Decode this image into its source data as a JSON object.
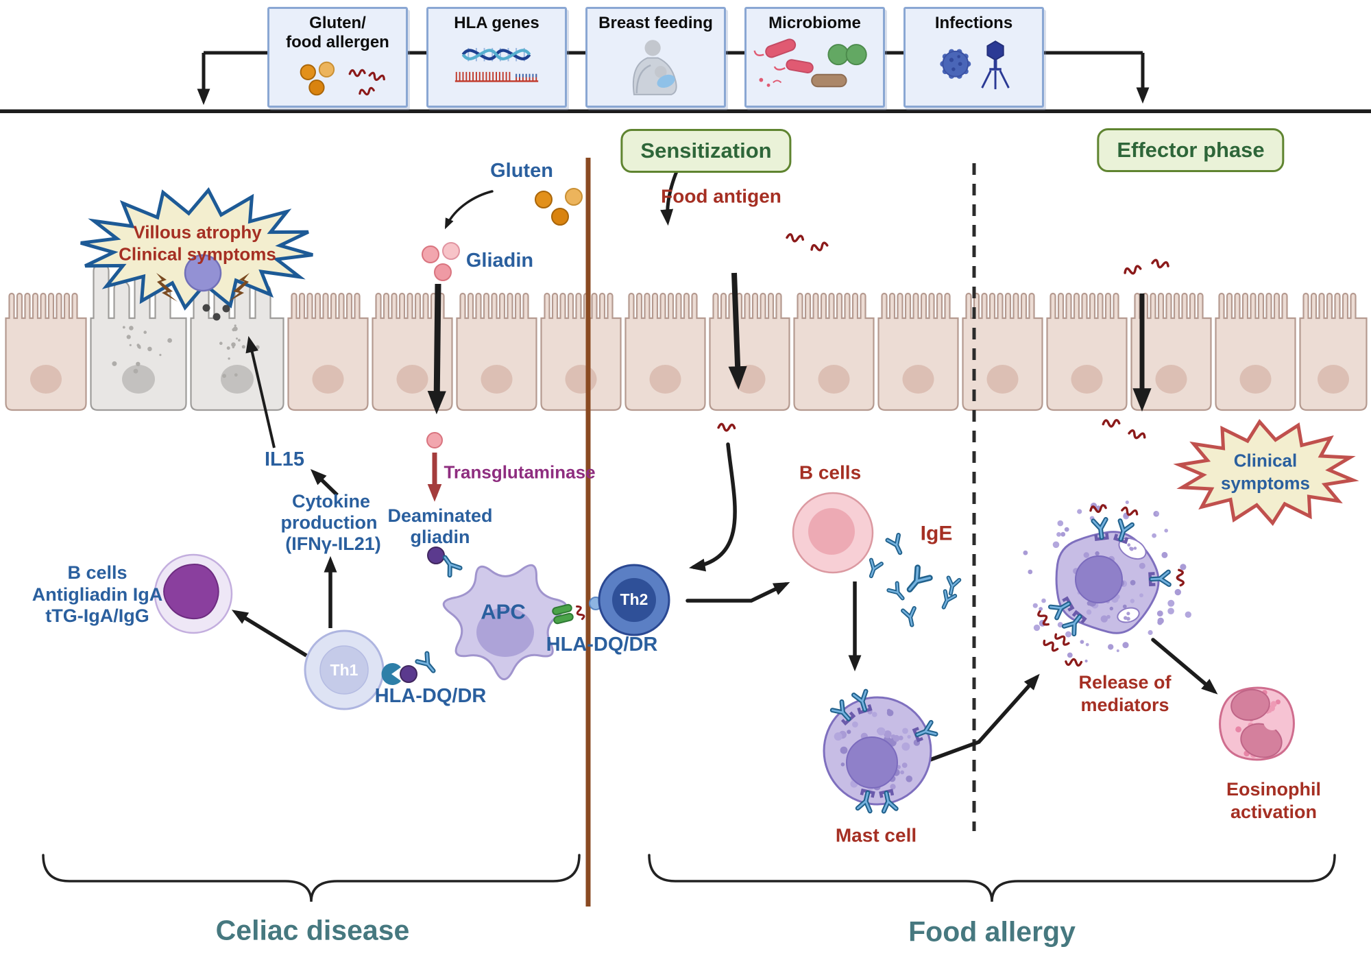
{
  "figure": {
    "risk_factor_boxes": [
      {
        "line1": "Gluten/",
        "line2": "food allergen",
        "icon": "allergen-particles-icon"
      },
      {
        "line1": "HLA genes",
        "line2": "",
        "icon": "dna-helix-icon"
      },
      {
        "line1": "Breast feeding",
        "line2": "",
        "icon": "breastfeeding-icon"
      },
      {
        "line1": "Microbiome",
        "line2": "",
        "icon": "bacteria-icon"
      },
      {
        "line1": "Infections",
        "line2": "",
        "icon": "virus-phage-icon"
      }
    ],
    "phase_labels": {
      "sensitization": "Sensitization",
      "effector_phase": "Effector phase"
    },
    "celiac_pathway": {
      "villous_atrophy_line1": "Villous atrophy",
      "villous_atrophy_line2": "Clinical symptoms",
      "gluten": "Gluten",
      "gliadin": "Gliadin",
      "transglutaminase": "Transglutaminase",
      "deaminated_line1": "Deaminated",
      "deaminated_line2": "gliadin",
      "il15": "IL15",
      "cytokine_line1": "Cytokine",
      "cytokine_line2": "production",
      "cytokine_line3": "(IFNγ-IL21)",
      "b_cells_line1": "B cells",
      "b_cells_line2": "Antigliadin IgA",
      "b_cells_line3": "tTG-IgA/IgG",
      "th1": "Th1",
      "apc": "APC",
      "hla": "HLA-DQ/DR",
      "section_label": "Celiac disease"
    },
    "allergy_pathway": {
      "food_antigen": "Food antigen",
      "th2": "Th2",
      "hla": "HLA-DQ/DR",
      "b_cells": "B cells",
      "ige": "IgE",
      "mast_cell": "Mast cell",
      "release_line1": "Release of",
      "release_line2": "mediators",
      "clinical_line1": "Clinical",
      "clinical_line2": "symptoms",
      "eosinophil_line1": "Eosinophil",
      "eosinophil_line2": "activation",
      "section_label": "Food allergy"
    },
    "colors": {
      "blue_text": "#2a5f9e",
      "dark_red_text": "#a52f23",
      "teal_text": "#46787f",
      "green_pill_fill": "#eaf2d8",
      "green_pill_border": "#5f8430",
      "green_pill_text": "#2e6639",
      "risk_box_fill": "#e9effa",
      "risk_box_border": "#8aa7d3",
      "brown_divider": "#8a4a22",
      "transglutaminase_label": "#8e2d7f",
      "transglutaminase_arrow": "#a43c3c",
      "antigen_squiggle": "#8b1a1a"
    }
  }
}
